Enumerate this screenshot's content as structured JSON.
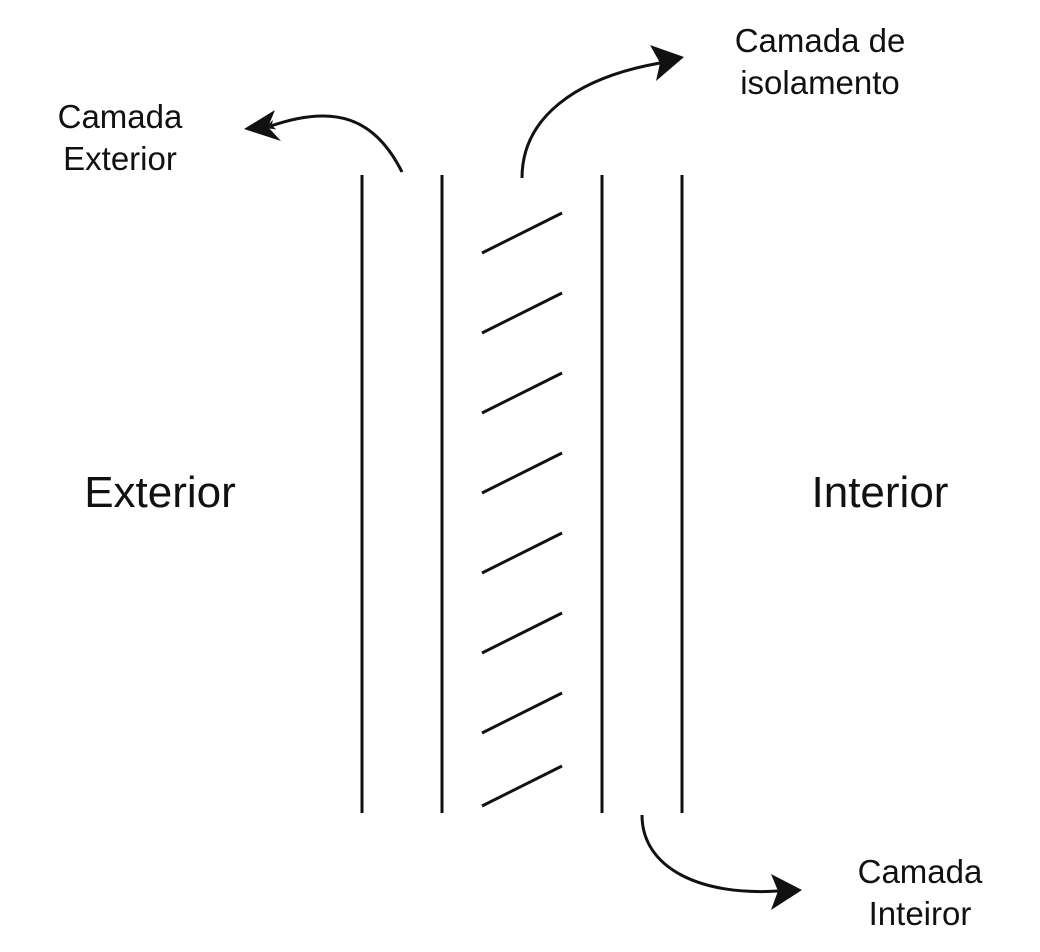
{
  "labels": {
    "exterior_layer": [
      "Camada",
      "Exterior"
    ],
    "insulation_layer": [
      "Camada de",
      "isolamento"
    ],
    "interior_layer": [
      "Camada",
      "Inteiror"
    ],
    "exterior_side": "Exterior",
    "interior_side": "Interior"
  },
  "colors": {
    "line": "#111111",
    "background": "#ffffff"
  },
  "wall": {
    "layer_boundaries": 4,
    "insulation_hatch_count": 8
  }
}
